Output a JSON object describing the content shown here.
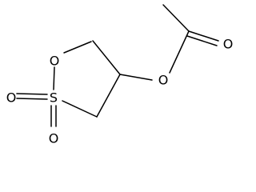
{
  "molecule": {
    "atoms": {
      "ring_oxygen": "O",
      "sulfur": "S",
      "sulfonyl_oxygen_left": "O",
      "sulfonyl_oxygen_bottom": "O",
      "ester_oxygen": "O",
      "carbonyl_oxygen": "O"
    }
  }
}
